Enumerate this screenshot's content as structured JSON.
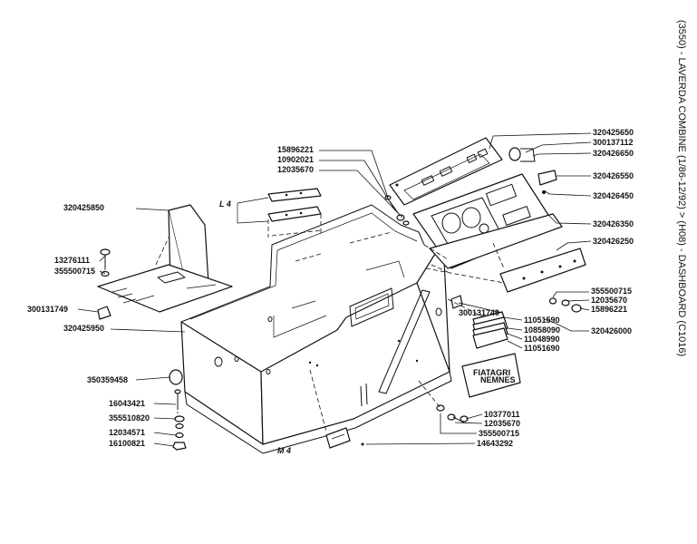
{
  "side_title": "(3550) - LAVERDA COMBINE (1/86-12/92) > (H08) - DASHBOARD (C1016)",
  "callouts": {
    "l4": "L 4",
    "m4": "M 4"
  },
  "left_labels": {
    "p1": "320425850",
    "p2": "13276111",
    "p3": "355500715",
    "p4": "300131749",
    "p5": "320425950",
    "p6": "350359458",
    "p7": "16043421",
    "p8": "355510820",
    "p9": "12034571",
    "p10": "16100821"
  },
  "top_labels": {
    "p1": "15896221",
    "p2": "10902021",
    "p3": "12035670"
  },
  "right_labels": {
    "p1": "320425650",
    "p2": "300137112",
    "p3": "320426650",
    "p4": "320426550",
    "p5": "320426450",
    "p6": "320426350",
    "p7": "320426250",
    "p8": "355500715",
    "p9": "12035670",
    "p10": "15896221",
    "p11": "320426000",
    "p12": "300131749",
    "p13": "11051590",
    "p14": "10858090",
    "p15": "11048990",
    "p16": "11051690"
  },
  "bottom_labels": {
    "p1": "10377011",
    "p2": "12035670",
    "p3": "355500715",
    "p4": "14643292"
  },
  "plate_text": {
    "brand": "FIATAGRI",
    "line2": "NEMNES"
  },
  "icons": {
    "console": "dashboard-console-housing",
    "panel": "instrument-panel",
    "gauges": "gauge-dials"
  }
}
